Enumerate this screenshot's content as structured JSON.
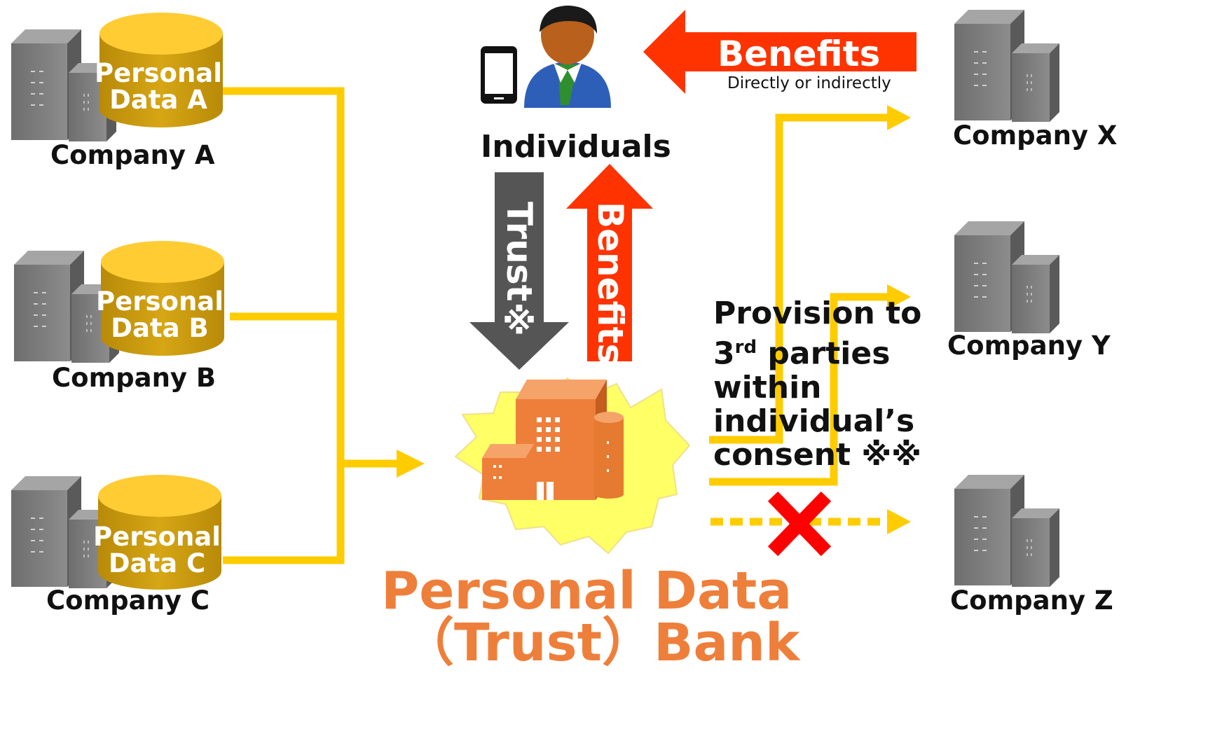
{
  "sources": [
    {
      "company": "Company A",
      "db_line1": "Personal",
      "db_line2": "Data A"
    },
    {
      "company": "Company B",
      "db_line1": "Personal",
      "db_line2": "Data B"
    },
    {
      "company": "Company C",
      "db_line1": "Personal",
      "db_line2": "Data C"
    }
  ],
  "individuals": "Individuals",
  "benefits_top": {
    "title": "Benefits",
    "subtitle": "Directly or indirectly"
  },
  "trust_arrow": "Trust※",
  "benefits_arrow": "Benefits",
  "provision": {
    "line1": "Provision to",
    "line2_pre": "3",
    "line2_sup": "rd",
    "line2_post": " parties",
    "line3": "within",
    "line4": "individual’s",
    "line5": "consent ※※"
  },
  "bank": {
    "line1": "Personal Data",
    "line2": "（Trust）Bank"
  },
  "recipients": [
    "Company X",
    "Company Y",
    "Company Z"
  ],
  "colors": {
    "yellow_line": "#ffcc00",
    "db_gold": "#c99a0d",
    "db_top": "#ffcc33",
    "red_arrow": "#ff3300",
    "gray_arrow": "#555555",
    "bank_orange": "#ee7f3b",
    "cross_red": "#ff0000",
    "server_gray": "#808080"
  },
  "icons": [
    "server-icon",
    "database-icon",
    "person-icon",
    "smartphone-icon",
    "bank-building-icon",
    "cross-icon"
  ]
}
